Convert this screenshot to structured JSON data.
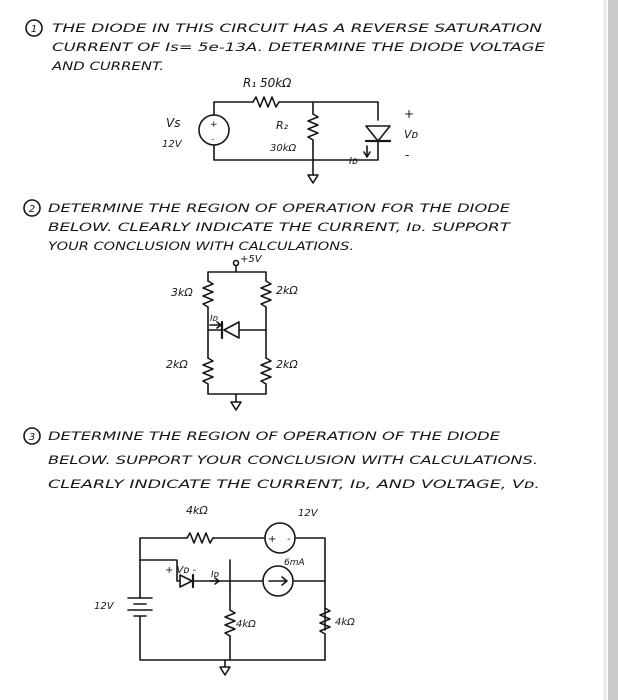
{
  "problems": [
    {
      "number": "1",
      "lines": [
        "THE DIODE IN THIS CIRCUIT HAS A REVERSE SATURATION",
        "CURRENT OF Is= 5e-13A. DETERMINE THE DIODE VOLTAGE",
        "AND CURRENT."
      ],
      "circuit": {
        "r1_label": "R₁ 50kΩ",
        "vs_name": "Vs",
        "vs_value": "12V",
        "plus": "+",
        "minus": "-",
        "r2_name": "R₂",
        "r2_value": "30kΩ",
        "vd_label": "Vᴅ",
        "id_label": "Iᴅ"
      }
    },
    {
      "number": "2",
      "lines": [
        "DETERMINE THE REGION OF OPERATION FOR THE DIODE",
        "BELOW. CLEARLY INDICATE THE CURRENT, Iᴅ. SUPPORT",
        "YOUR CONCLUSION WITH CALCULATIONS."
      ],
      "circuit": {
        "supply": "+5V",
        "r_top_left": "3kΩ",
        "r_top_right": "2kΩ",
        "r_bot_left": "2kΩ",
        "r_bot_right": "2kΩ",
        "id_label": "Iᴅ"
      }
    },
    {
      "number": "3",
      "lines": [
        "DETERMINE THE REGION OF OPERATION OF THE DIODE",
        "BELOW. SUPPORT YOUR CONCLUSION WITH CALCULATIONS.",
        "CLEARLY INDICATE THE CURRENT, Iᴅ, AND VOLTAGE, Vᴅ."
      ],
      "circuit": {
        "r_top": "4kΩ",
        "vsrc_top": "12V",
        "plus": "+",
        "minus": "-",
        "vd_label": "+ Vᴅ -",
        "id_label": "Iᴅ",
        "isrc": "6mA",
        "battery": "12V",
        "r_mid": "4kΩ",
        "r_right": "4kΩ"
      }
    }
  ]
}
